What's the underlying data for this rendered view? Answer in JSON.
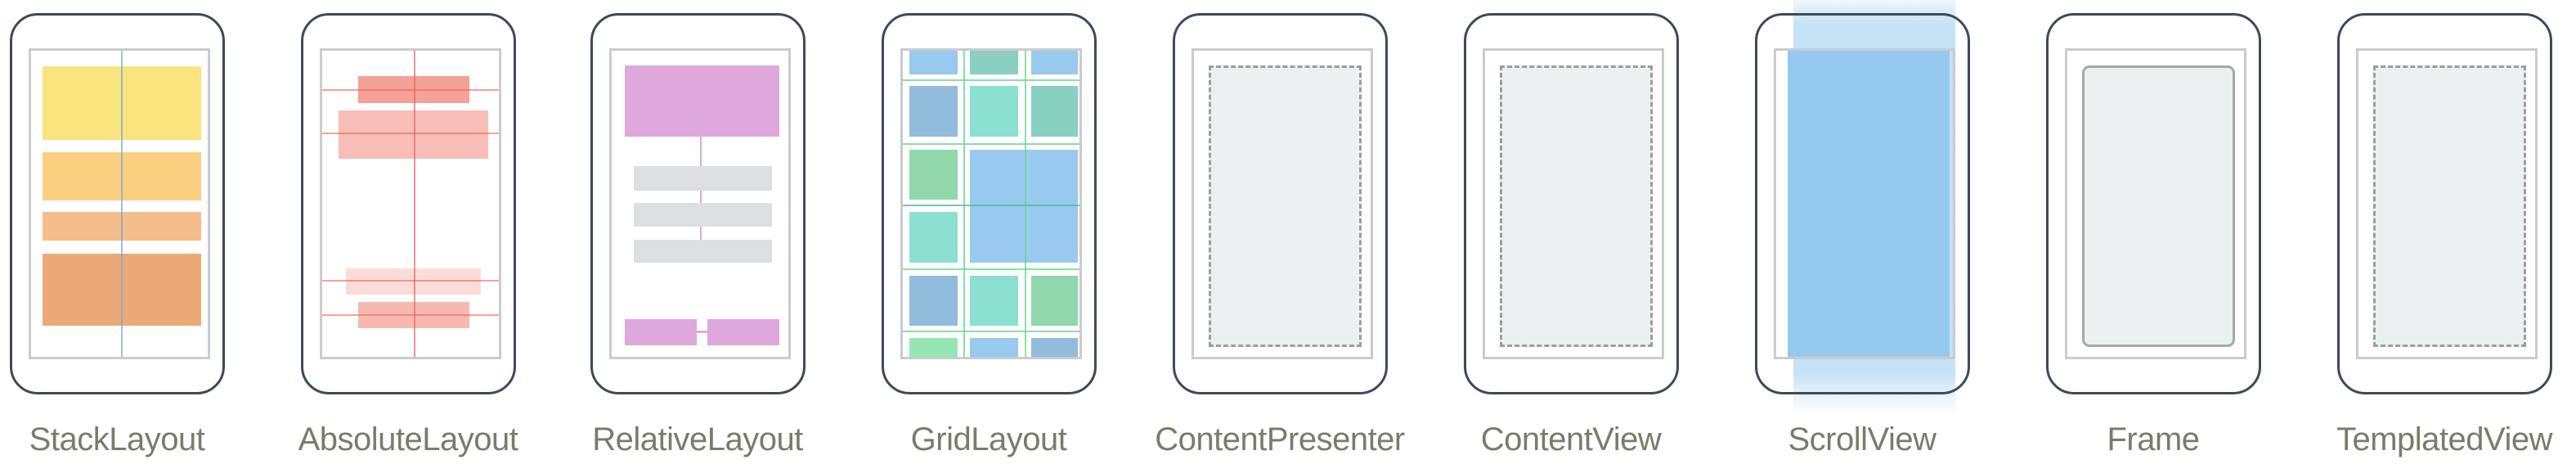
{
  "labels": [
    "StackLayout",
    "AbsoluteLayout",
    "RelativeLayout",
    "GridLayout",
    "ContentPresenter",
    "ContentView",
    "ScrollView",
    "Frame",
    "TemplatedView"
  ],
  "colors": {
    "phone_border": "#3d4a5c",
    "screen_border": "#c9ccce",
    "label_text": "#7b7b6b",
    "stack": [
      "#f9e37c",
      "#fbcf80",
      "#f4bd89",
      "#eba977"
    ],
    "absolute": "#f4a197",
    "relative_pink": "#dea8dd",
    "relative_gray": "#dcdfe1",
    "grid_blue": "#98c9ef",
    "grid_teal": "#8be0cf",
    "grid_green": "#90d8ac",
    "content_fill": "#ebf0f0",
    "scroll_blue": "#96c9ef"
  }
}
